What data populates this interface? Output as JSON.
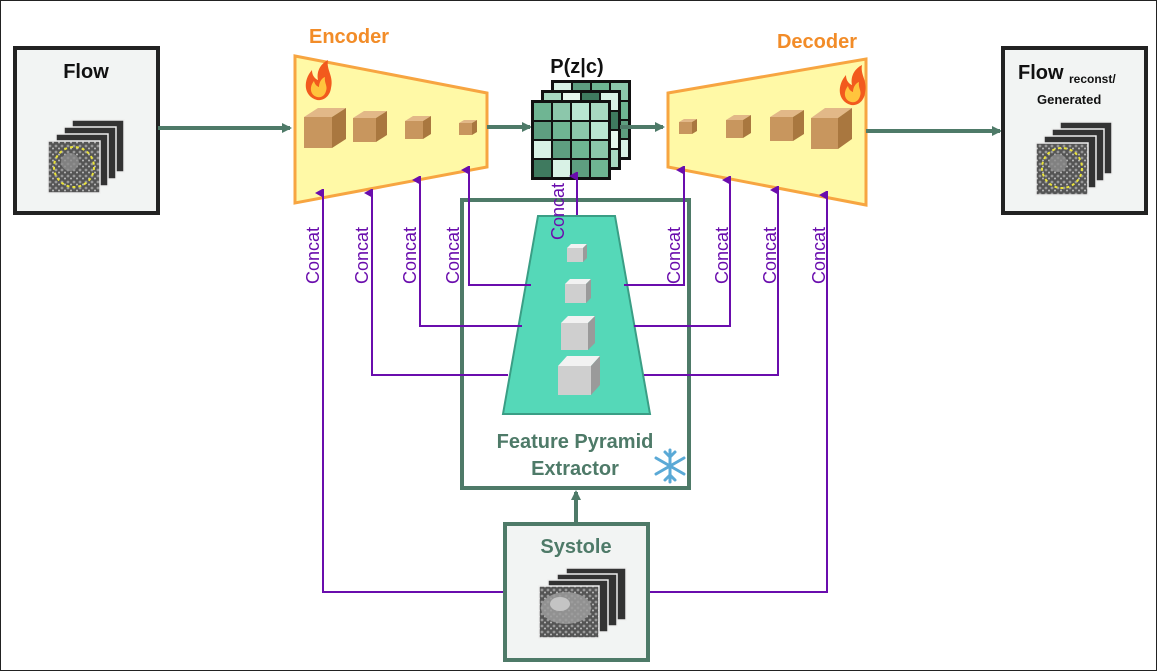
{
  "flow_input": {
    "title": "Flow"
  },
  "encoder": {
    "title": "Encoder",
    "icon": "fire-icon"
  },
  "latent": {
    "label": "P(z|c)"
  },
  "decoder": {
    "title": "Decoder",
    "icon": "fire-icon"
  },
  "flow_output": {
    "title_main": "Flow",
    "title_sub1": "reconst/",
    "title_sub2": "Generated"
  },
  "concat_label": "Concat",
  "feature_pyramid": {
    "line1": "Feature Pyramid",
    "line2": "Extractor",
    "icon": "snowflake-icon"
  },
  "systole": {
    "title": "Systole"
  },
  "colors": {
    "encoder_title": "#f28c28",
    "module_fill": "#fff9a6",
    "module_stroke": "#f7a541",
    "connector": "#4e7a68",
    "concat": "#6a0dad",
    "pyramid_fill": "#55d8b8",
    "cube": "#c8965e"
  }
}
